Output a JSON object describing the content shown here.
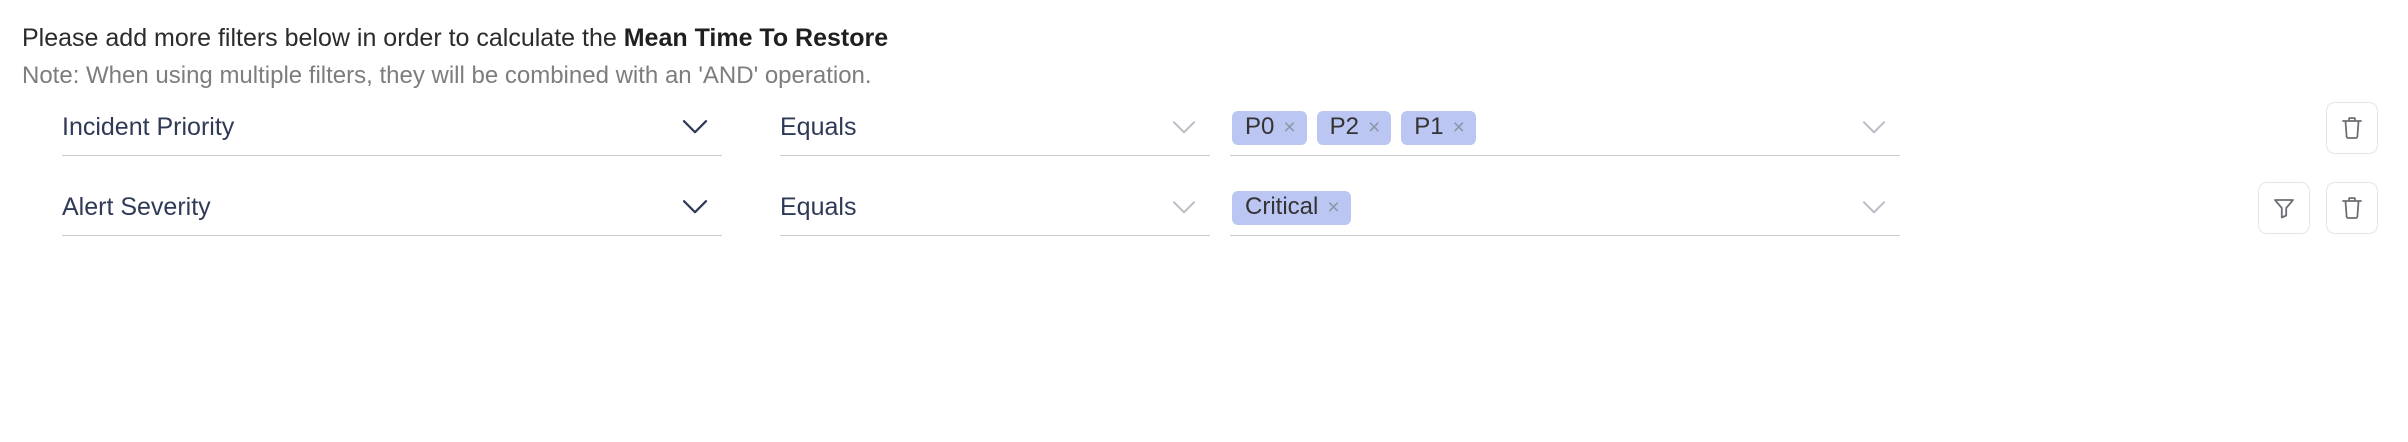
{
  "header": {
    "headline_prefix": "Please add more filters below in order to calculate the ",
    "headline_metric": "Mean Time To Restore",
    "note": "Note: When using multiple filters, they will be combined with an 'AND' operation."
  },
  "colors": {
    "chip_background": "#bcc6f2",
    "field_text": "#2f3a56",
    "note_text": "#7d7d7d",
    "underline": "#c9ccd2",
    "button_border": "#e2e4e8",
    "icon_stroke": "#6b6f76"
  },
  "filters": [
    {
      "attribute": "Incident Priority",
      "attribute_chevron": "chevron-down-icon",
      "operator": "Equals",
      "operator_chevron": "chevron-down-icon",
      "values": [
        {
          "label": "P0",
          "remove": "×"
        },
        {
          "label": "P2",
          "remove": "×"
        },
        {
          "label": "P1",
          "remove": "×"
        }
      ],
      "value_chevron": "chevron-down-icon",
      "has_filter_button": false,
      "filter_button_label": "",
      "delete_button_label": "trash-icon"
    },
    {
      "attribute": "Alert Severity",
      "attribute_chevron": "chevron-down-icon",
      "operator": "Equals",
      "operator_chevron": "chevron-down-icon",
      "values": [
        {
          "label": "Critical",
          "remove": "×"
        }
      ],
      "value_chevron": "chevron-down-icon",
      "has_filter_button": true,
      "filter_button_label": "funnel-icon",
      "delete_button_label": "trash-icon"
    }
  ]
}
